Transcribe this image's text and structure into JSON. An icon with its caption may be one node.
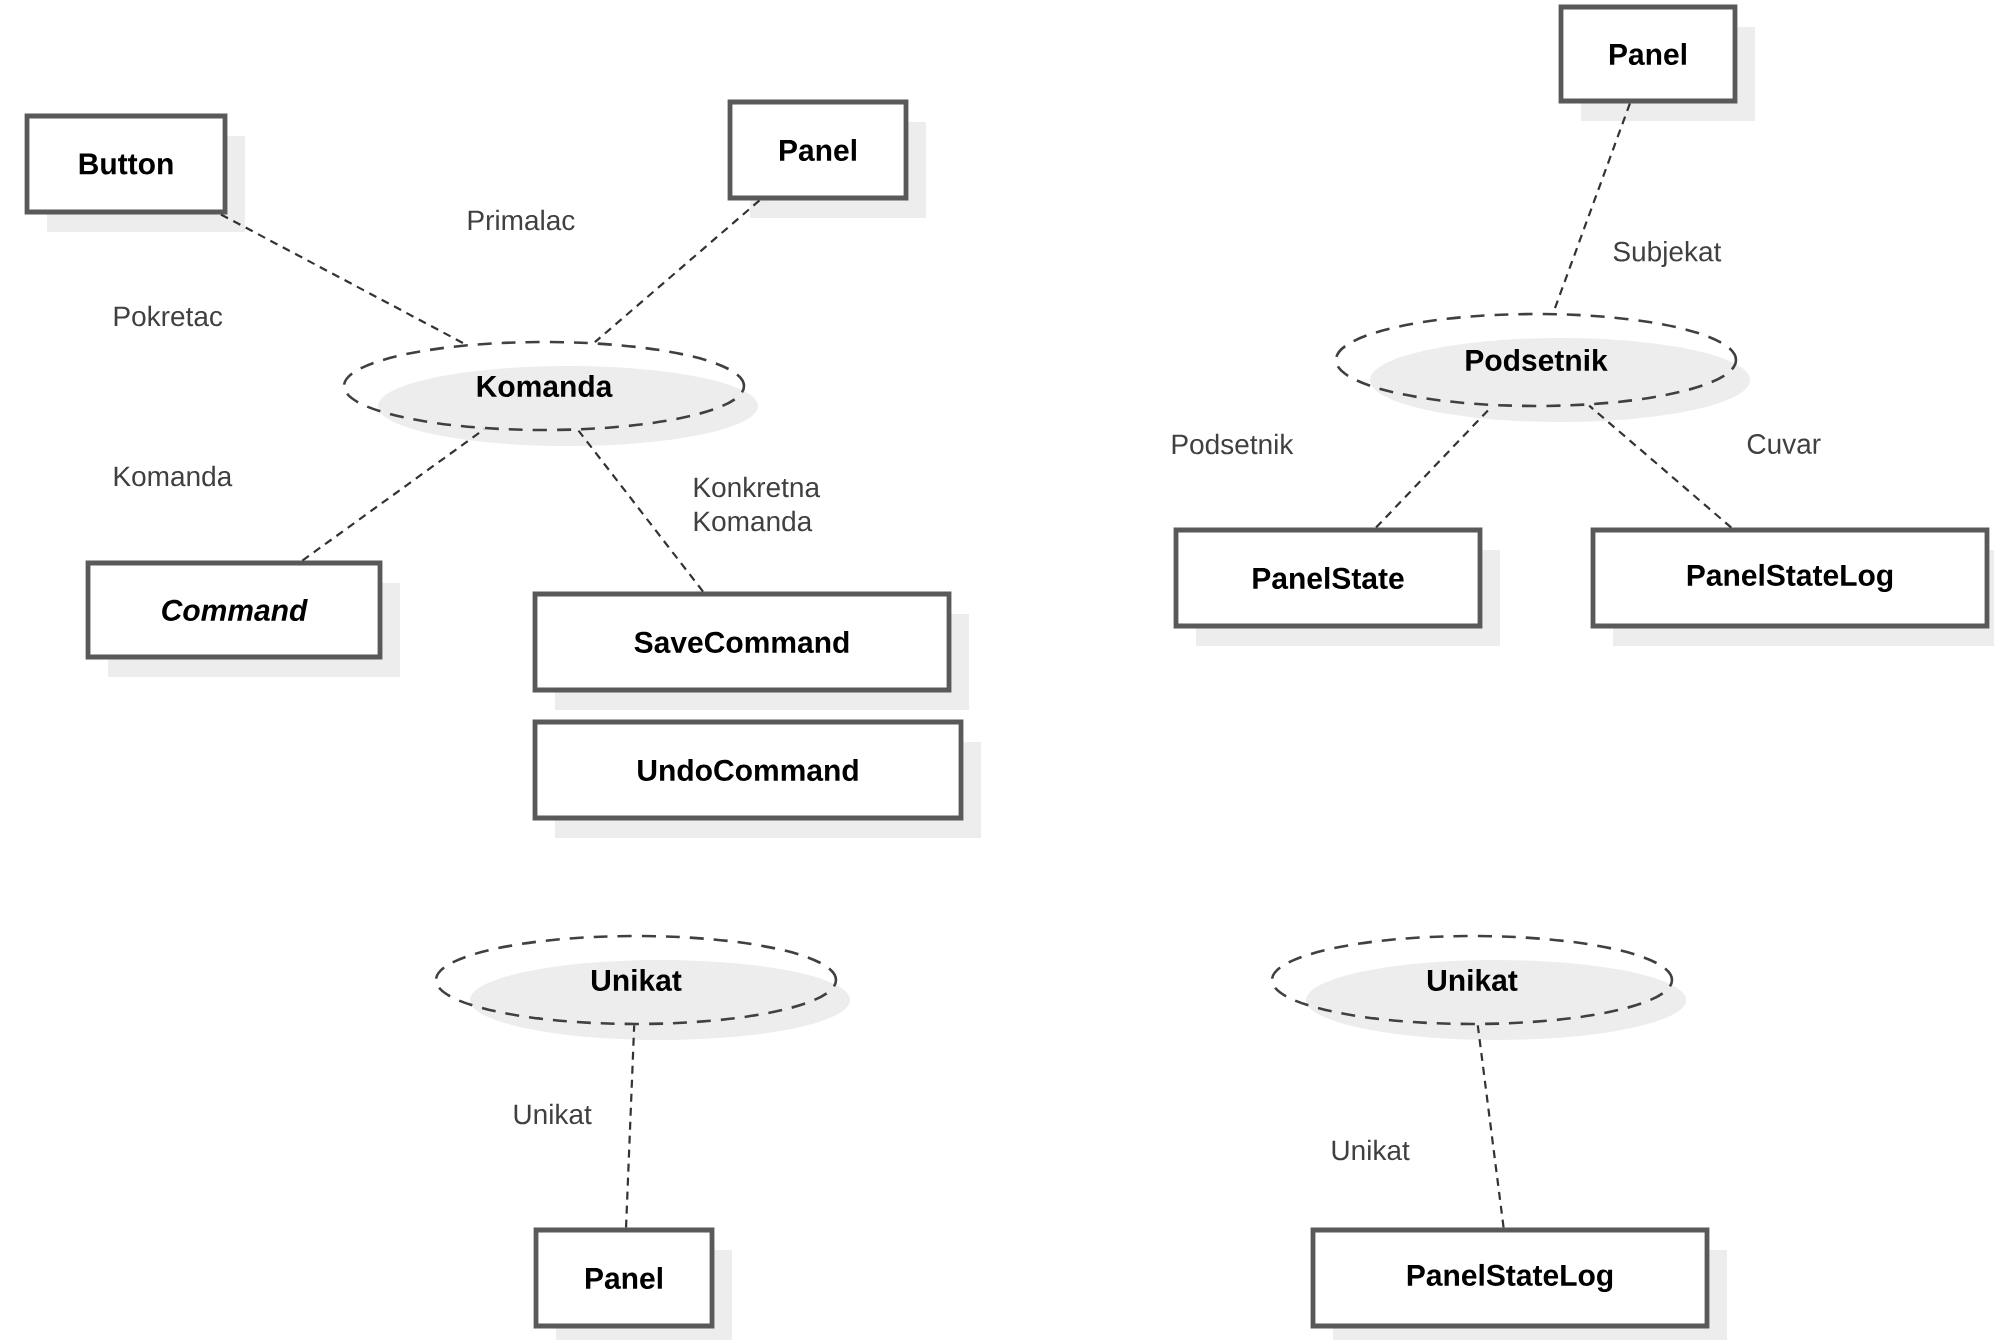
{
  "diagram": {
    "nodes": [
      {
        "text": [
          "Button"
        ]
      },
      {
        "text": [
          "Panel"
        ]
      },
      {
        "text": [
          "Komanda"
        ]
      },
      {
        "text": [
          "Command"
        ]
      },
      {
        "text": [
          "SaveCommand"
        ]
      },
      {
        "text": [
          "UndoCommand"
        ]
      },
      {
        "text": [
          "Panel"
        ]
      },
      {
        "text": [
          "Podsetnik"
        ]
      },
      {
        "text": [
          "PanelState"
        ]
      },
      {
        "text": [
          "PanelStateLog"
        ]
      },
      {
        "text": [
          "Unikat"
        ]
      },
      {
        "text": [
          "Panel"
        ]
      },
      {
        "text": [
          "Unikat"
        ]
      },
      {
        "text": [
          "PanelStateLog"
        ]
      }
    ],
    "edges": [
      {
        "from": 0,
        "to": 2,
        "arrow": "none",
        "label": "Pokretac"
      },
      {
        "from": 1,
        "to": 2,
        "arrow": "none",
        "label": "Primalac"
      },
      {
        "from": 3,
        "to": 2,
        "arrow": "none",
        "label": "Komanda"
      },
      {
        "from": 4,
        "to": 2,
        "arrow": "none",
        "label": "Konkretna Komanda"
      },
      {
        "from": 6,
        "to": 7,
        "arrow": "none",
        "label": "Subjekat"
      },
      {
        "from": 8,
        "to": 7,
        "arrow": "none",
        "label": "Podsetnik"
      },
      {
        "from": 9,
        "to": 7,
        "arrow": "none",
        "label": "Cuvar"
      },
      {
        "from": 11,
        "to": 10,
        "arrow": "none",
        "label": "Unikat"
      },
      {
        "from": 13,
        "to": 12,
        "arrow": "none",
        "label": "Unikat"
      }
    ]
  }
}
